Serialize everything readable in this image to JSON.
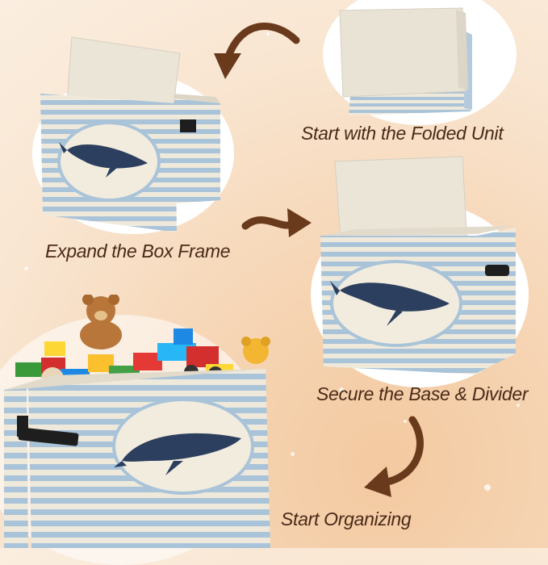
{
  "steps": [
    {
      "label": "Start with the Folded Unit"
    },
    {
      "label": "Expand the Box Frame"
    },
    {
      "label": "Secure the Base & Divider"
    },
    {
      "label": "Start Organizing"
    }
  ],
  "colors": {
    "stripe_blue": "#a9c3d8",
    "stripe_cream": "#efe9dc",
    "whale_navy": "#2c3f5e",
    "arrow_brown": "#6a3a1c",
    "caption_brown": "#4a2a18"
  },
  "icons": [
    "curved-arrow-icon",
    "whale-icon",
    "teddy-bear-icon",
    "toy-bricks-icon"
  ]
}
